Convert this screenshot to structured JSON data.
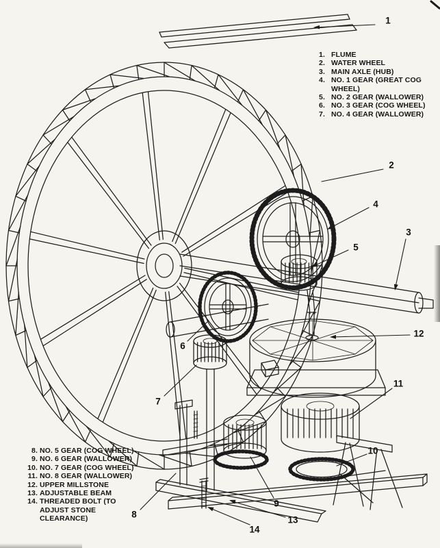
{
  "colors": {
    "ink": "#1c1c1c",
    "paper": "#f5f4ef"
  },
  "legend_top": {
    "items": [
      {
        "num": "1.",
        "label": "FLUME"
      },
      {
        "num": "2.",
        "label": "WATER WHEEL"
      },
      {
        "num": "3.",
        "label": "MAIN AXLE (HUB)"
      },
      {
        "num": "4.",
        "label": "NO. 1 GEAR (GREAT COG WHEEL)"
      },
      {
        "num": "5.",
        "label": "NO. 2 GEAR (WALLOWER)"
      },
      {
        "num": "6.",
        "label": "NO. 3 GEAR (COG WHEEL)"
      },
      {
        "num": "7.",
        "label": "NO. 4 GEAR (WALLOWER)"
      }
    ]
  },
  "legend_bottom": {
    "items": [
      {
        "num": "8.",
        "label": "NO. 5 GEAR (COG WHEEL)"
      },
      {
        "num": "9.",
        "label": "NO. 6 GEAR (WALLOWER)"
      },
      {
        "num": "10.",
        "label": "NO. 7 GEAR (COG WHEEL)"
      },
      {
        "num": "11.",
        "label": "NO. 8 GEAR (WALLOWER)"
      },
      {
        "num": "12.",
        "label": "UPPER MILLSTONE"
      },
      {
        "num": "13.",
        "label": "ADJUSTABLE BEAM"
      },
      {
        "num": "14.",
        "label": "THREADED BOLT (TO ADJUST STONE CLEARANCE)"
      }
    ]
  },
  "callouts": [
    {
      "id": "1"
    },
    {
      "id": "2"
    },
    {
      "id": "4"
    },
    {
      "id": "3"
    },
    {
      "id": "5"
    },
    {
      "id": "12"
    },
    {
      "id": "11"
    },
    {
      "id": "10"
    },
    {
      "id": "6"
    },
    {
      "id": "7"
    },
    {
      "id": "8"
    },
    {
      "id": "9"
    },
    {
      "id": "13"
    },
    {
      "id": "14"
    }
  ]
}
